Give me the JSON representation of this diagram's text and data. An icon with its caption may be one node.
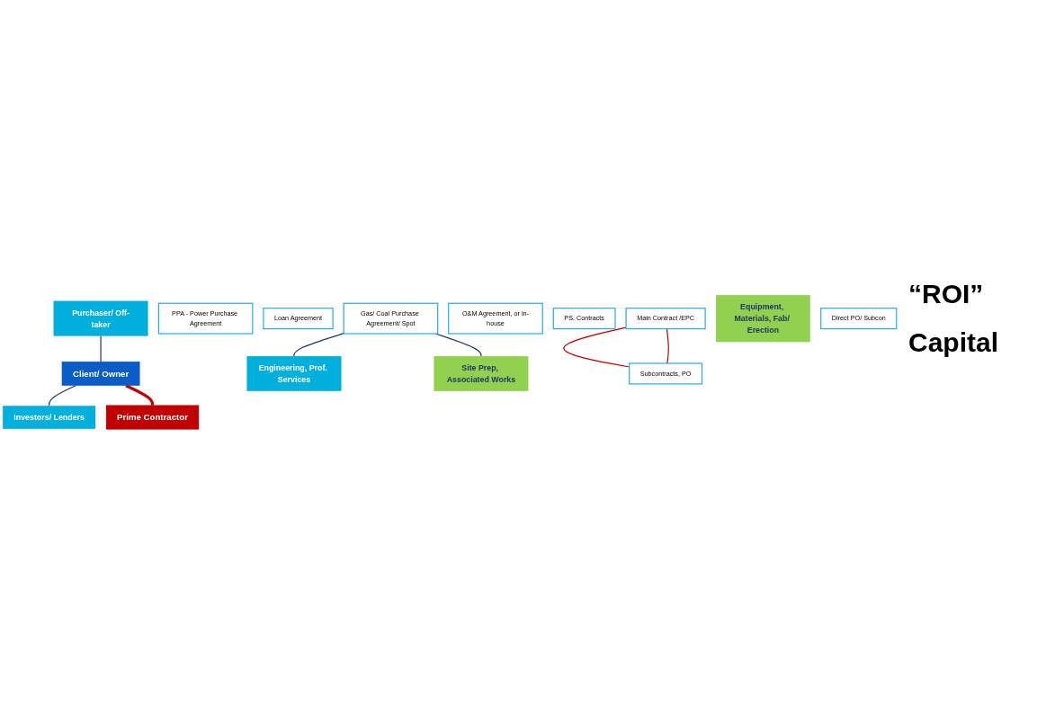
{
  "diagram": {
    "nodes": [
      {
        "text": [
          "Purchaser/ Off-taker"
        ]
      },
      {
        "text": [
          "PPA - Power Purchase Agreement"
        ]
      },
      {
        "text": [
          "Client/ Owner"
        ]
      },
      {
        "text": [
          "Investors/ Lenders"
        ]
      },
      {
        "text": [
          "Loan Agreement"
        ]
      },
      {
        "text": [
          "Gas/ Coal Purchase Agreement/ Spot"
        ]
      },
      {
        "text": [
          "O&M Agreement, or in-house"
        ]
      },
      {
        "text": [
          "Engineering, Prof. Services"
        ]
      },
      {
        "text": [
          "PS. Contracts"
        ]
      },
      {
        "text": [
          "Prime Contractor"
        ]
      },
      {
        "text": [
          "Main Contract /EPC"
        ]
      },
      {
        "text": [
          "Subcontracts, PO"
        ]
      },
      {
        "text": [
          "Equipment, Materials, Fab/ Erection"
        ]
      },
      {
        "text": [
          "Direct PO/ Subcon"
        ]
      },
      {
        "text": [
          "Site Prep, Associated Works"
        ]
      }
    ],
    "edges": [
      {
        "from": 0,
        "to": 2,
        "arrow": "none"
      },
      {
        "from": 2,
        "to": 3,
        "arrow": "none"
      },
      {
        "from": 2,
        "to": 9,
        "arrow": "none",
        "style": "thick",
        "color": "#c00000"
      },
      {
        "from": 5,
        "to": 7,
        "arrow": "none"
      },
      {
        "from": 5,
        "to": 14,
        "arrow": "none"
      },
      {
        "from": 10,
        "to": 11,
        "arrow": "none",
        "color": "#c00000"
      },
      {
        "from": 10,
        "to": 11,
        "arrow": "none",
        "color": "#c00000"
      }
    ],
    "labels": [
      "“ROI”",
      "Capital"
    ]
  }
}
